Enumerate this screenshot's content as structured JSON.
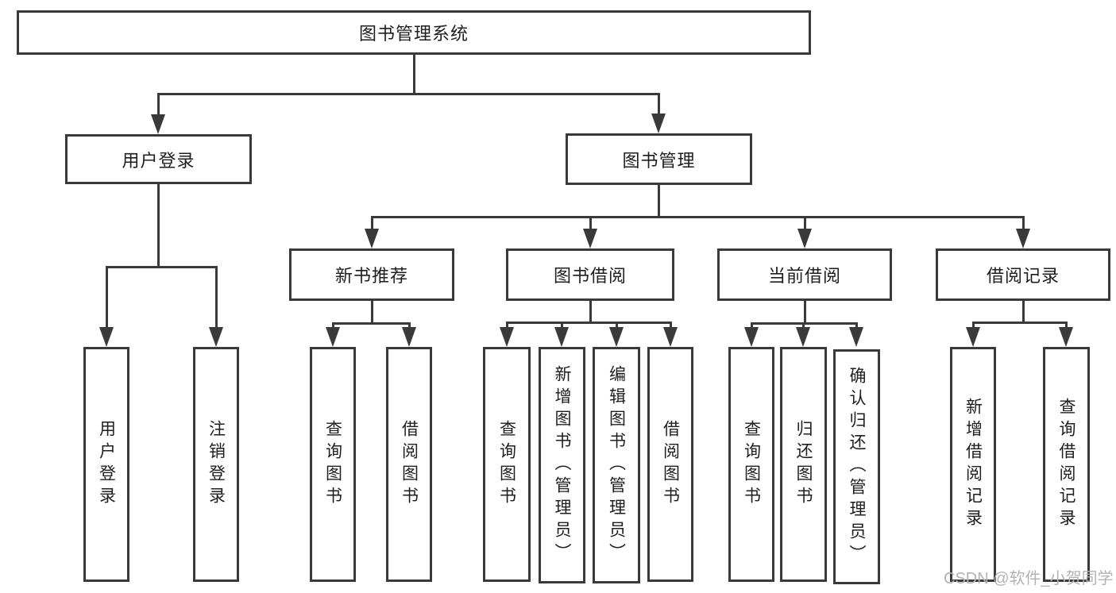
{
  "diagram": {
    "title": "图书管理系统",
    "watermark": "CSDN @软件_小贺同学",
    "colors": {
      "line": "#3a3a3a",
      "text": "#1e1e1e",
      "background": "#ffffff",
      "watermark": "#b3b3b3"
    },
    "nodes": {
      "root": {
        "label": "图书管理系统"
      },
      "user_login": {
        "label": "用户登录"
      },
      "book_management": {
        "label": "图书管理"
      },
      "new_book_recommend": {
        "label": "新书推荐"
      },
      "book_borrowing": {
        "label": "图书借阅"
      },
      "current_borrowing": {
        "label": "当前借阅"
      },
      "borrow_records": {
        "label": "借阅记录"
      },
      "login_user_login": {
        "label": "用户登录"
      },
      "login_logout": {
        "label": "注销登录"
      },
      "nbr_query_books": {
        "label": "查询图书"
      },
      "nbr_borrow_books": {
        "label": "借阅图书"
      },
      "bb_query_books": {
        "label": "查询图书"
      },
      "bb_add_books": {
        "label": "新增图书（管理员）"
      },
      "bb_edit_books": {
        "label": "编辑图书（管理员）"
      },
      "bb_borrow_books": {
        "label": "借阅图书"
      },
      "cb_query_books": {
        "label": "查询图书"
      },
      "cb_return_books": {
        "label": "归还图书"
      },
      "cb_confirm_return": {
        "label": "确认归还（管理员）"
      },
      "br_add_record": {
        "label": "新增借阅记录"
      },
      "br_query_record": {
        "label": "查询借阅记录"
      }
    }
  }
}
